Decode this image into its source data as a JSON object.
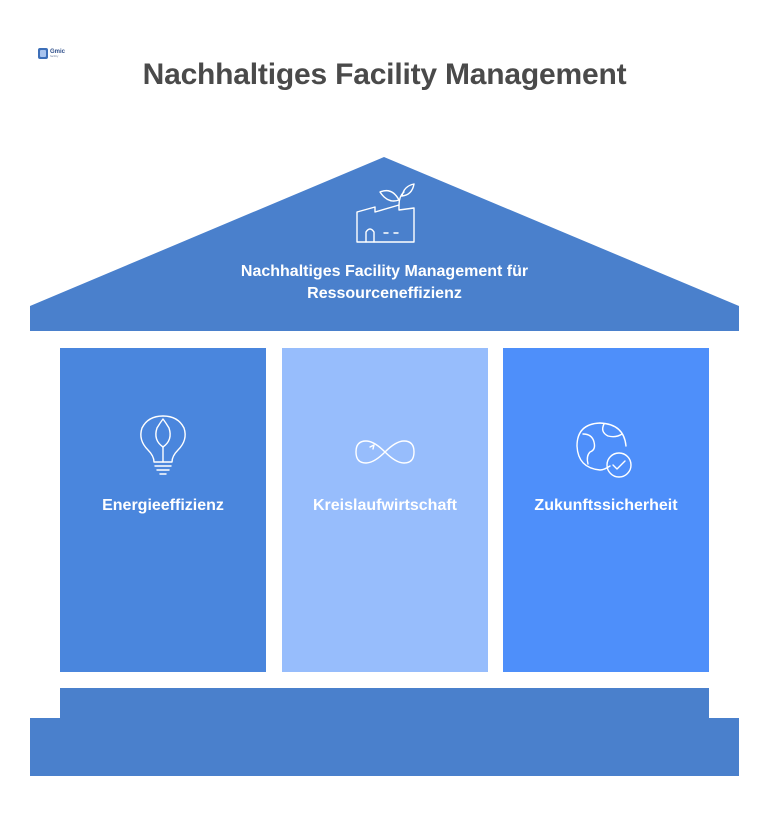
{
  "logo": {
    "text": "Gmic",
    "subtext": "facility"
  },
  "title": "Nachhaltiges Facility Management",
  "roof": {
    "label_line1": "Nachhaltiges Facility Management für",
    "label_line2": "Ressourceneffizienz",
    "icon": "factory-plant-icon",
    "color": "#4a80cc"
  },
  "pillars": [
    {
      "label": "Energieeffizienz",
      "icon": "lightbulb-leaf-icon",
      "color": "#4a86dd"
    },
    {
      "label": "Kreislaufwirtschaft",
      "icon": "infinity-recycle-icon",
      "color": "#97bdfc"
    },
    {
      "label": "Zukunftssicherheit",
      "icon": "globe-check-icon",
      "color": "#4e8ffa"
    }
  ],
  "base": {
    "color": "#4a80cc"
  }
}
